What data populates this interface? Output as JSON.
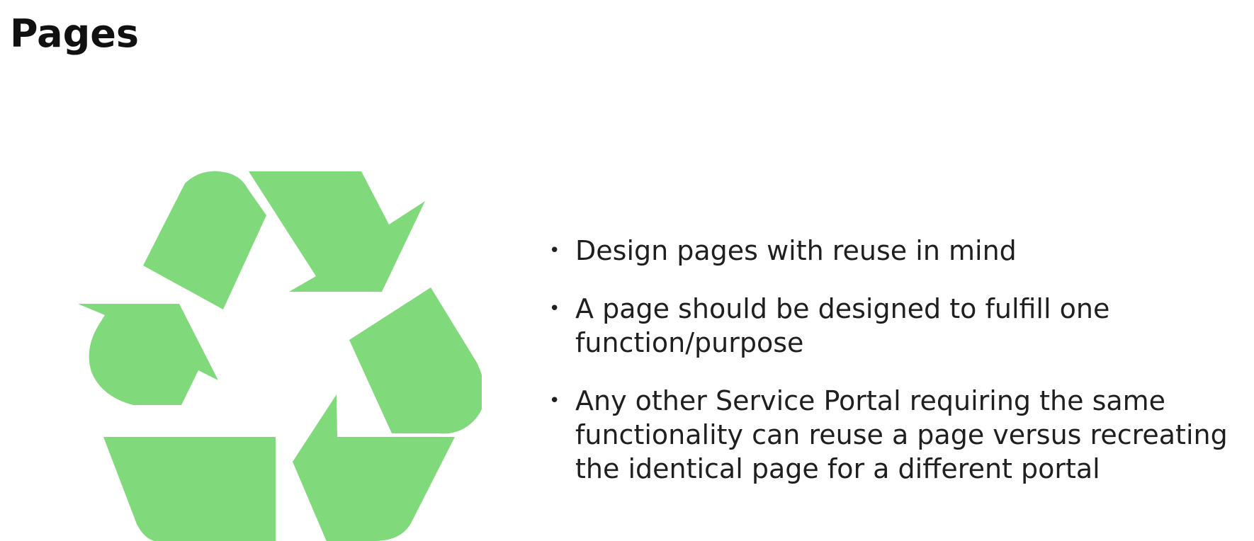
{
  "slide": {
    "title": "Pages",
    "bullets": [
      {
        "text": "Design pages with reuse in mind"
      },
      {
        "text": "A page should be designed to fulfill one function/purpose"
      },
      {
        "text": "Any other Service Portal requiring the same functionality can reuse a page versus recreating the identical page for a different portal"
      }
    ]
  },
  "graphic": {
    "icon": "recycle-icon",
    "color": "#80d97b"
  }
}
